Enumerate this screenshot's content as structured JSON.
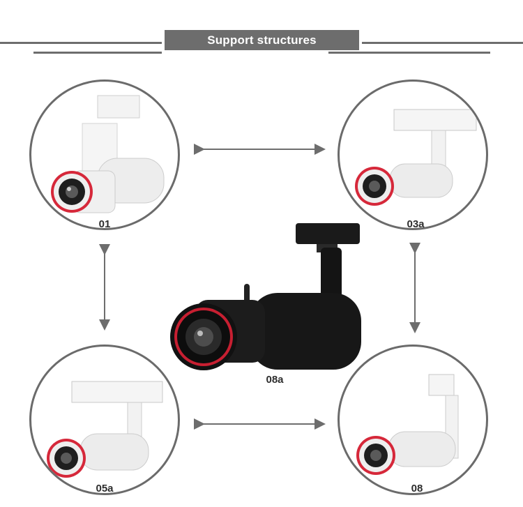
{
  "header": {
    "title": "Support structures"
  },
  "products": [
    {
      "id": "01",
      "label": "01"
    },
    {
      "id": "03a",
      "label": "03a"
    },
    {
      "id": "05a",
      "label": "05a"
    },
    {
      "id": "08",
      "label": "08"
    },
    {
      "id": "08a",
      "label": "08a"
    }
  ],
  "colors": {
    "accent_gray": "#6d6d6d",
    "lens_red": "#d6283a",
    "body_white": "#f2f2f2",
    "body_black": "#161616"
  }
}
